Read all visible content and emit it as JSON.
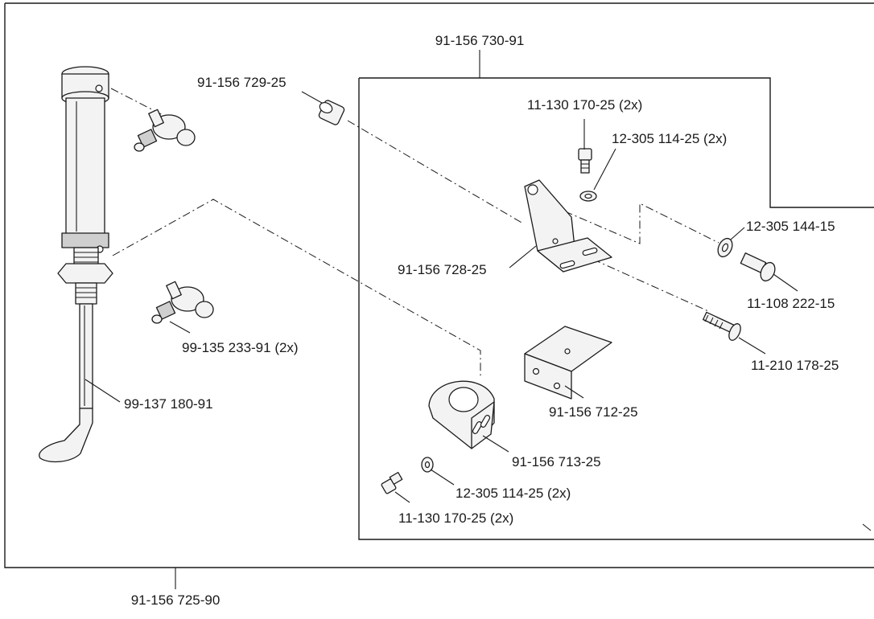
{
  "assembly": {
    "main_number": "91-156 725-90",
    "sub_assembly_number": "91-156 730-91"
  },
  "parts": [
    {
      "id": "p1",
      "number": "91-156 729-25"
    },
    {
      "id": "p2",
      "number": "11-130 170-25 (2x)"
    },
    {
      "id": "p3",
      "number": "12-305 114-25 (2x)"
    },
    {
      "id": "p4",
      "number": "12-305 144-15"
    },
    {
      "id": "p5",
      "number": "91-156 728-25"
    },
    {
      "id": "p6",
      "number": "11-108 222-15"
    },
    {
      "id": "p7",
      "number": "99-135 233-91 (2x)"
    },
    {
      "id": "p8",
      "number": "11-210 178-25"
    },
    {
      "id": "p9",
      "number": "99-137 180-91"
    },
    {
      "id": "p10",
      "number": "91-156 712-25"
    },
    {
      "id": "p11",
      "number": "91-156 713-25"
    },
    {
      "id": "p12",
      "number": "12-305 114-25 (2x)"
    },
    {
      "id": "p13",
      "number": "11-130 170-25 (2x)"
    }
  ]
}
